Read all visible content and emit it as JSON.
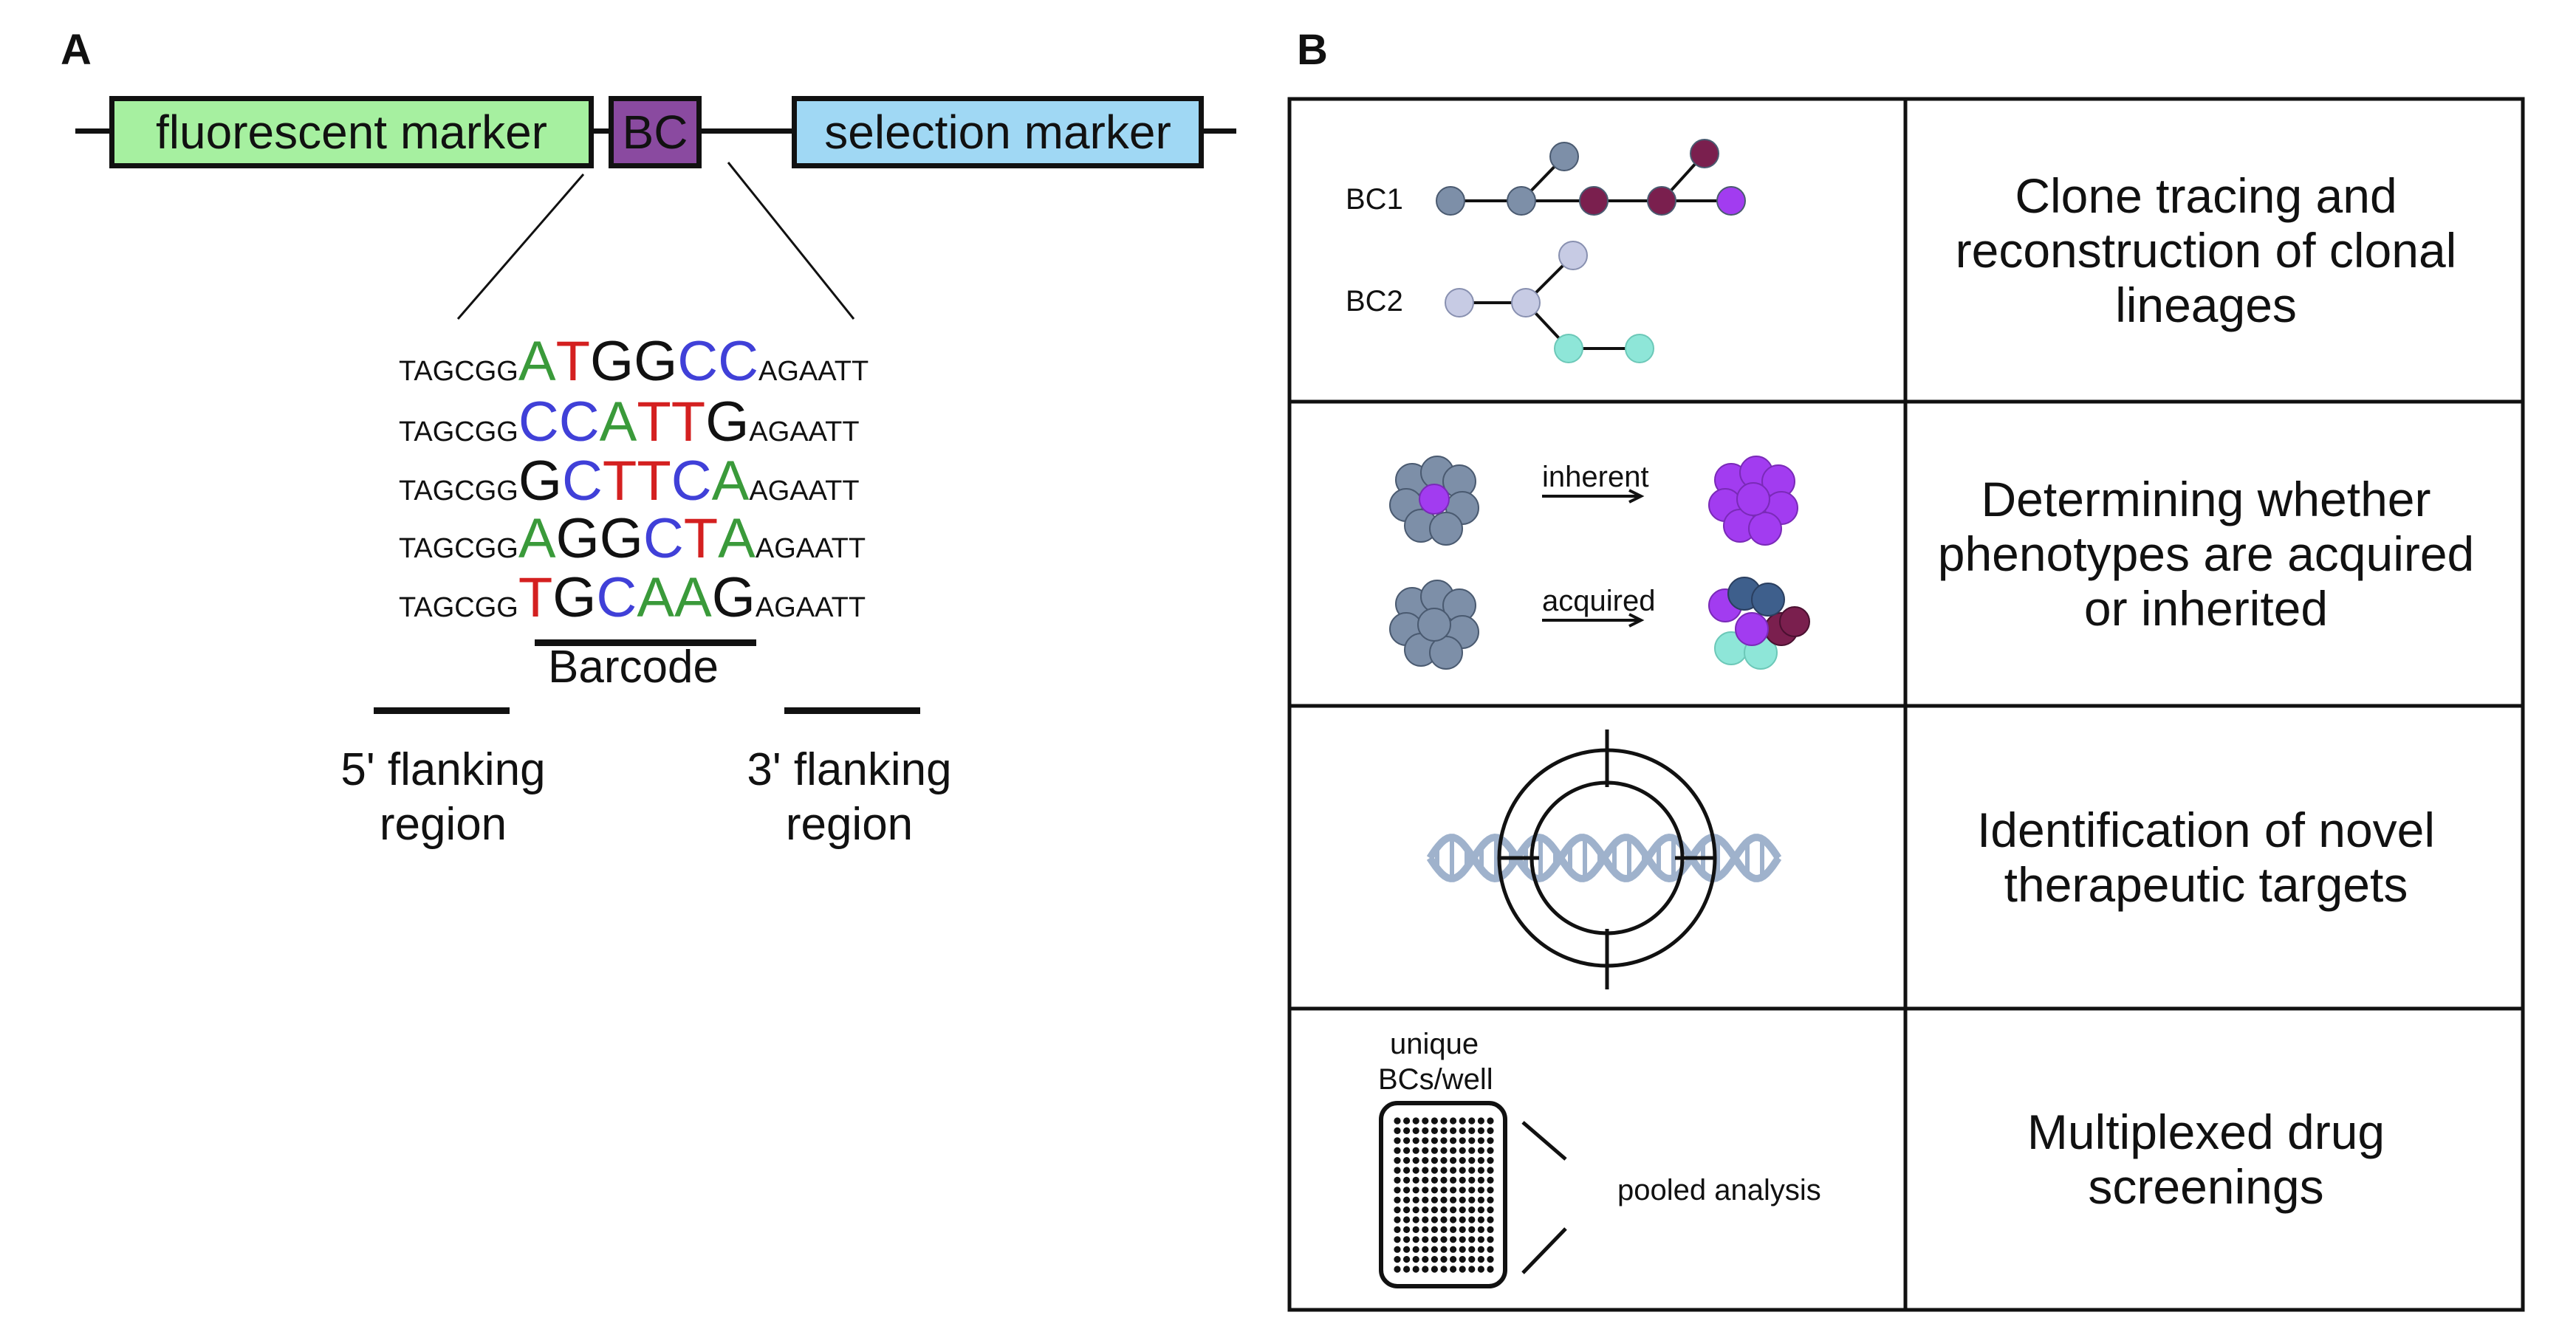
{
  "panel_a": {
    "label": "A",
    "construct": {
      "fluorescent_marker": "fluorescent marker",
      "barcode_box": "BC",
      "selection_marker": "selection marker"
    },
    "sequences": [
      {
        "five_prime": "TAGCGG",
        "barcode": [
          [
            "A",
            "#3a9a3a"
          ],
          [
            "T",
            "#d42020"
          ],
          [
            "G",
            "#111111"
          ],
          [
            "G",
            "#111111"
          ],
          [
            "C",
            "#4040d8"
          ],
          [
            "C",
            "#4040d8"
          ]
        ],
        "three_prime": "AGAATT"
      },
      {
        "five_prime": "TAGCGG",
        "barcode": [
          [
            "C",
            "#4040d8"
          ],
          [
            "C",
            "#4040d8"
          ],
          [
            "A",
            "#3a9a3a"
          ],
          [
            "T",
            "#d42020"
          ],
          [
            "T",
            "#d42020"
          ],
          [
            "G",
            "#111111"
          ]
        ],
        "three_prime": "AGAATT"
      },
      {
        "five_prime": "TAGCGG",
        "barcode": [
          [
            "G",
            "#111111"
          ],
          [
            "C",
            "#4040d8"
          ],
          [
            "T",
            "#d42020"
          ],
          [
            "T",
            "#d42020"
          ],
          [
            "C",
            "#4040d8"
          ],
          [
            "A",
            "#3a9a3a"
          ]
        ],
        "three_prime": "AGAATT"
      },
      {
        "five_prime": "TAGCGG",
        "barcode": [
          [
            "A",
            "#3a9a3a"
          ],
          [
            "G",
            "#111111"
          ],
          [
            "G",
            "#111111"
          ],
          [
            "C",
            "#4040d8"
          ],
          [
            "T",
            "#d42020"
          ],
          [
            "A",
            "#3a9a3a"
          ]
        ],
        "three_prime": "AGAATT"
      },
      {
        "five_prime": "TAGCGG",
        "barcode": [
          [
            "T",
            "#d42020"
          ],
          [
            "G",
            "#111111"
          ],
          [
            "C",
            "#4040d8"
          ],
          [
            "A",
            "#3a9a3a"
          ],
          [
            "A",
            "#3a9a3a"
          ],
          [
            "G",
            "#111111"
          ]
        ],
        "three_prime": "AGAATT"
      }
    ],
    "barcode_label": "Barcode",
    "five_prime_flank": [
      "5' flanking",
      "region"
    ],
    "three_prime_flank": [
      "3' flanking",
      "region"
    ]
  },
  "panel_b": {
    "label": "B",
    "rows": [
      {
        "lines": [
          "Clone tracing and",
          "reconstruction of clonal",
          "lineages"
        ],
        "bc1": "BC1",
        "bc2": "BC2"
      },
      {
        "lines": [
          "Determining whether",
          "phenotypes are acquired",
          "or inherited"
        ],
        "inherent": "inherent",
        "acquired": "acquired"
      },
      {
        "lines": [
          "Identification of novel",
          "therapeutic targets"
        ]
      },
      {
        "lines": [
          "Multiplexed drug",
          "screenings"
        ],
        "wells_label_1": "unique",
        "wells_label_2": "BCs/well",
        "pooled": "pooled analysis"
      }
    ]
  },
  "colors": {
    "fluorescent": "#a6f0a0",
    "barcode": "#8a4aa0",
    "selection": "#a0d8f4",
    "grey_cell": "#7d8fa8",
    "light_cell": "#c7cbe4",
    "maroon_cell": "#7a1f4e",
    "purple_cell": "#a23cf0",
    "teal_cell": "#8ee6d8",
    "dna": "#9fb2cc"
  }
}
